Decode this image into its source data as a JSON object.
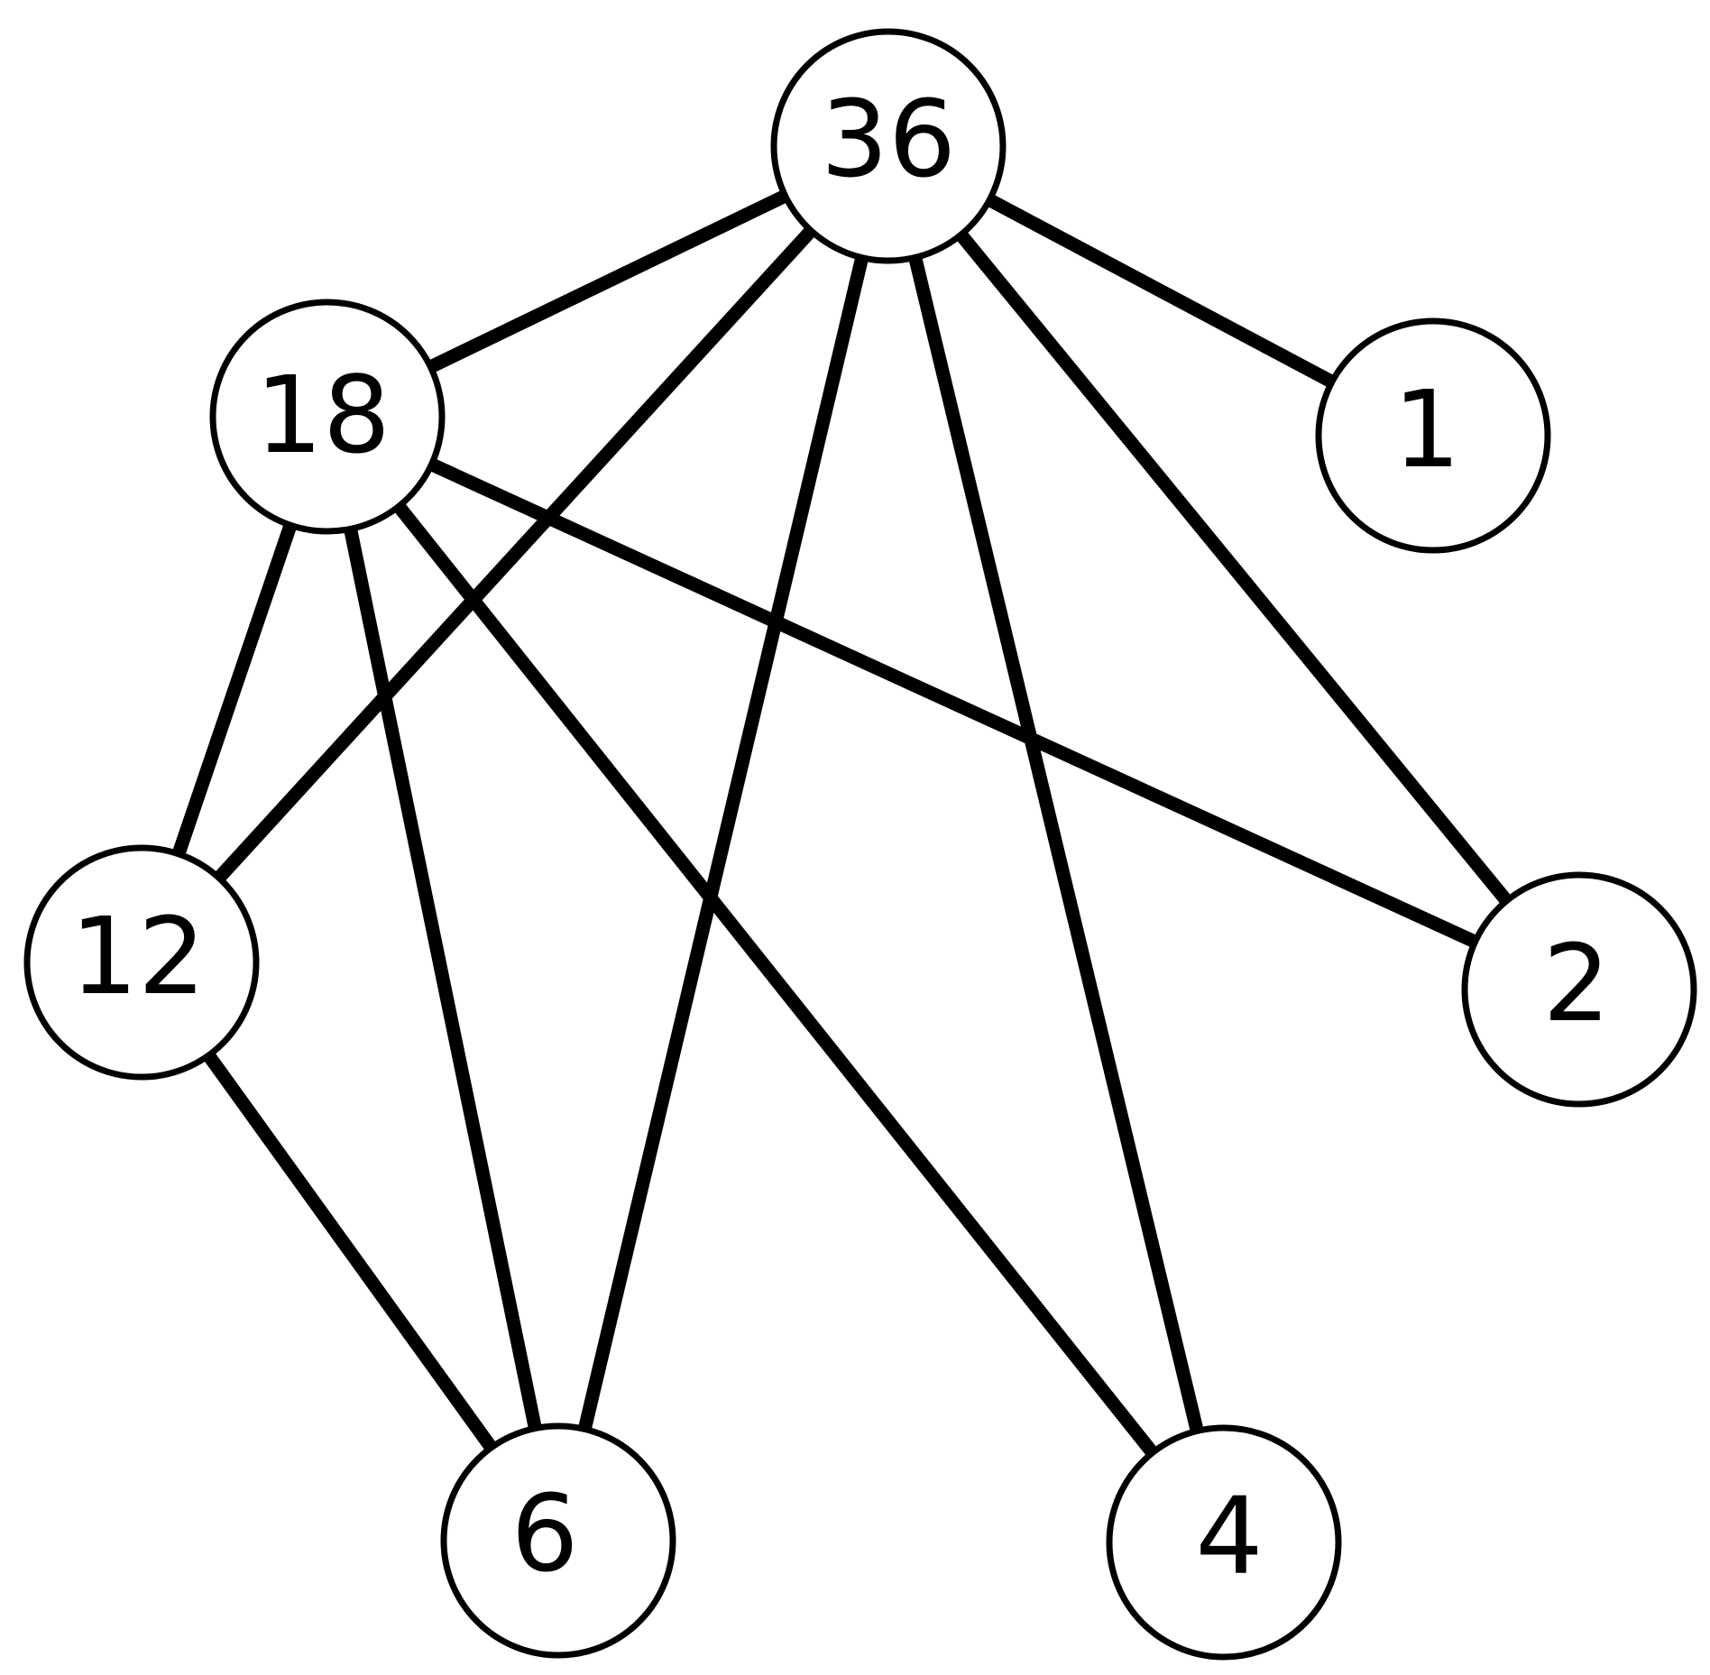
{
  "diagram": {
    "nodes": [
      {
        "id": "36",
        "label": "36"
      },
      {
        "id": "18",
        "label": "18"
      },
      {
        "id": "1",
        "label": "1"
      },
      {
        "id": "12",
        "label": "12"
      },
      {
        "id": "2",
        "label": "2"
      },
      {
        "id": "6",
        "label": "6"
      },
      {
        "id": "4",
        "label": "4"
      }
    ],
    "edges": [
      [
        "36",
        "18"
      ],
      [
        "36",
        "1"
      ],
      [
        "36",
        "12"
      ],
      [
        "36",
        "6"
      ],
      [
        "36",
        "4"
      ],
      [
        "36",
        "2"
      ],
      [
        "18",
        "12"
      ],
      [
        "18",
        "6"
      ],
      [
        "18",
        "4"
      ],
      [
        "18",
        "2"
      ],
      [
        "12",
        "6"
      ]
    ],
    "colors": {
      "stroke": "#000000",
      "fill": "#ffffff"
    }
  }
}
